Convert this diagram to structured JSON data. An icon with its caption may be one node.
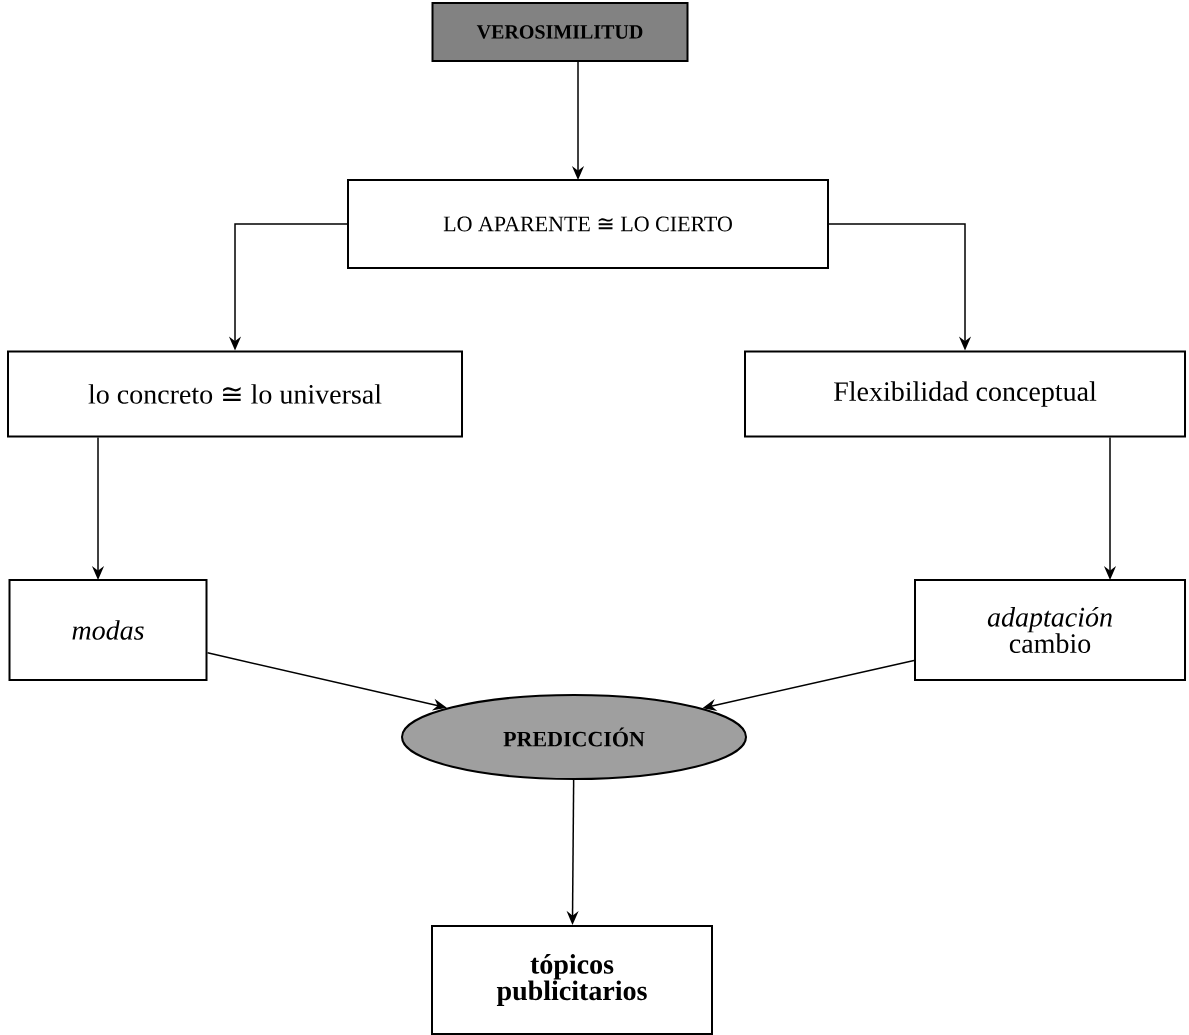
{
  "diagram": {
    "nodes": [
      {
        "text": [
          "VEROSIMILITUD"
        ]
      },
      {
        "text": [
          "LO APARENTE ≅ LO CIERTO"
        ]
      },
      {
        "text": [
          "lo concreto ≅ lo universal"
        ]
      },
      {
        "text": [
          "Flexibilidad conceptual"
        ]
      },
      {
        "text": [
          "modas"
        ]
      },
      {
        "text": [
          "*adaptación* cambio"
        ]
      },
      {
        "text": [
          "PREDICCIÓN"
        ]
      },
      {
        "text": [
          "tópicos publicitarios"
        ]
      }
    ],
    "edges": [
      {
        "from": 0,
        "to": 1,
        "arrow": "to"
      },
      {
        "from": 1,
        "to": 2,
        "arrow": "to"
      },
      {
        "from": 1,
        "to": 3,
        "arrow": "to"
      },
      {
        "from": 2,
        "to": 4,
        "arrow": "to"
      },
      {
        "from": 3,
        "to": 5,
        "arrow": "to"
      },
      {
        "from": 4,
        "to": 6,
        "arrow": "to"
      },
      {
        "from": 5,
        "to": 6,
        "arrow": "to"
      },
      {
        "from": 6,
        "to": 7,
        "arrow": "to"
      }
    ]
  }
}
